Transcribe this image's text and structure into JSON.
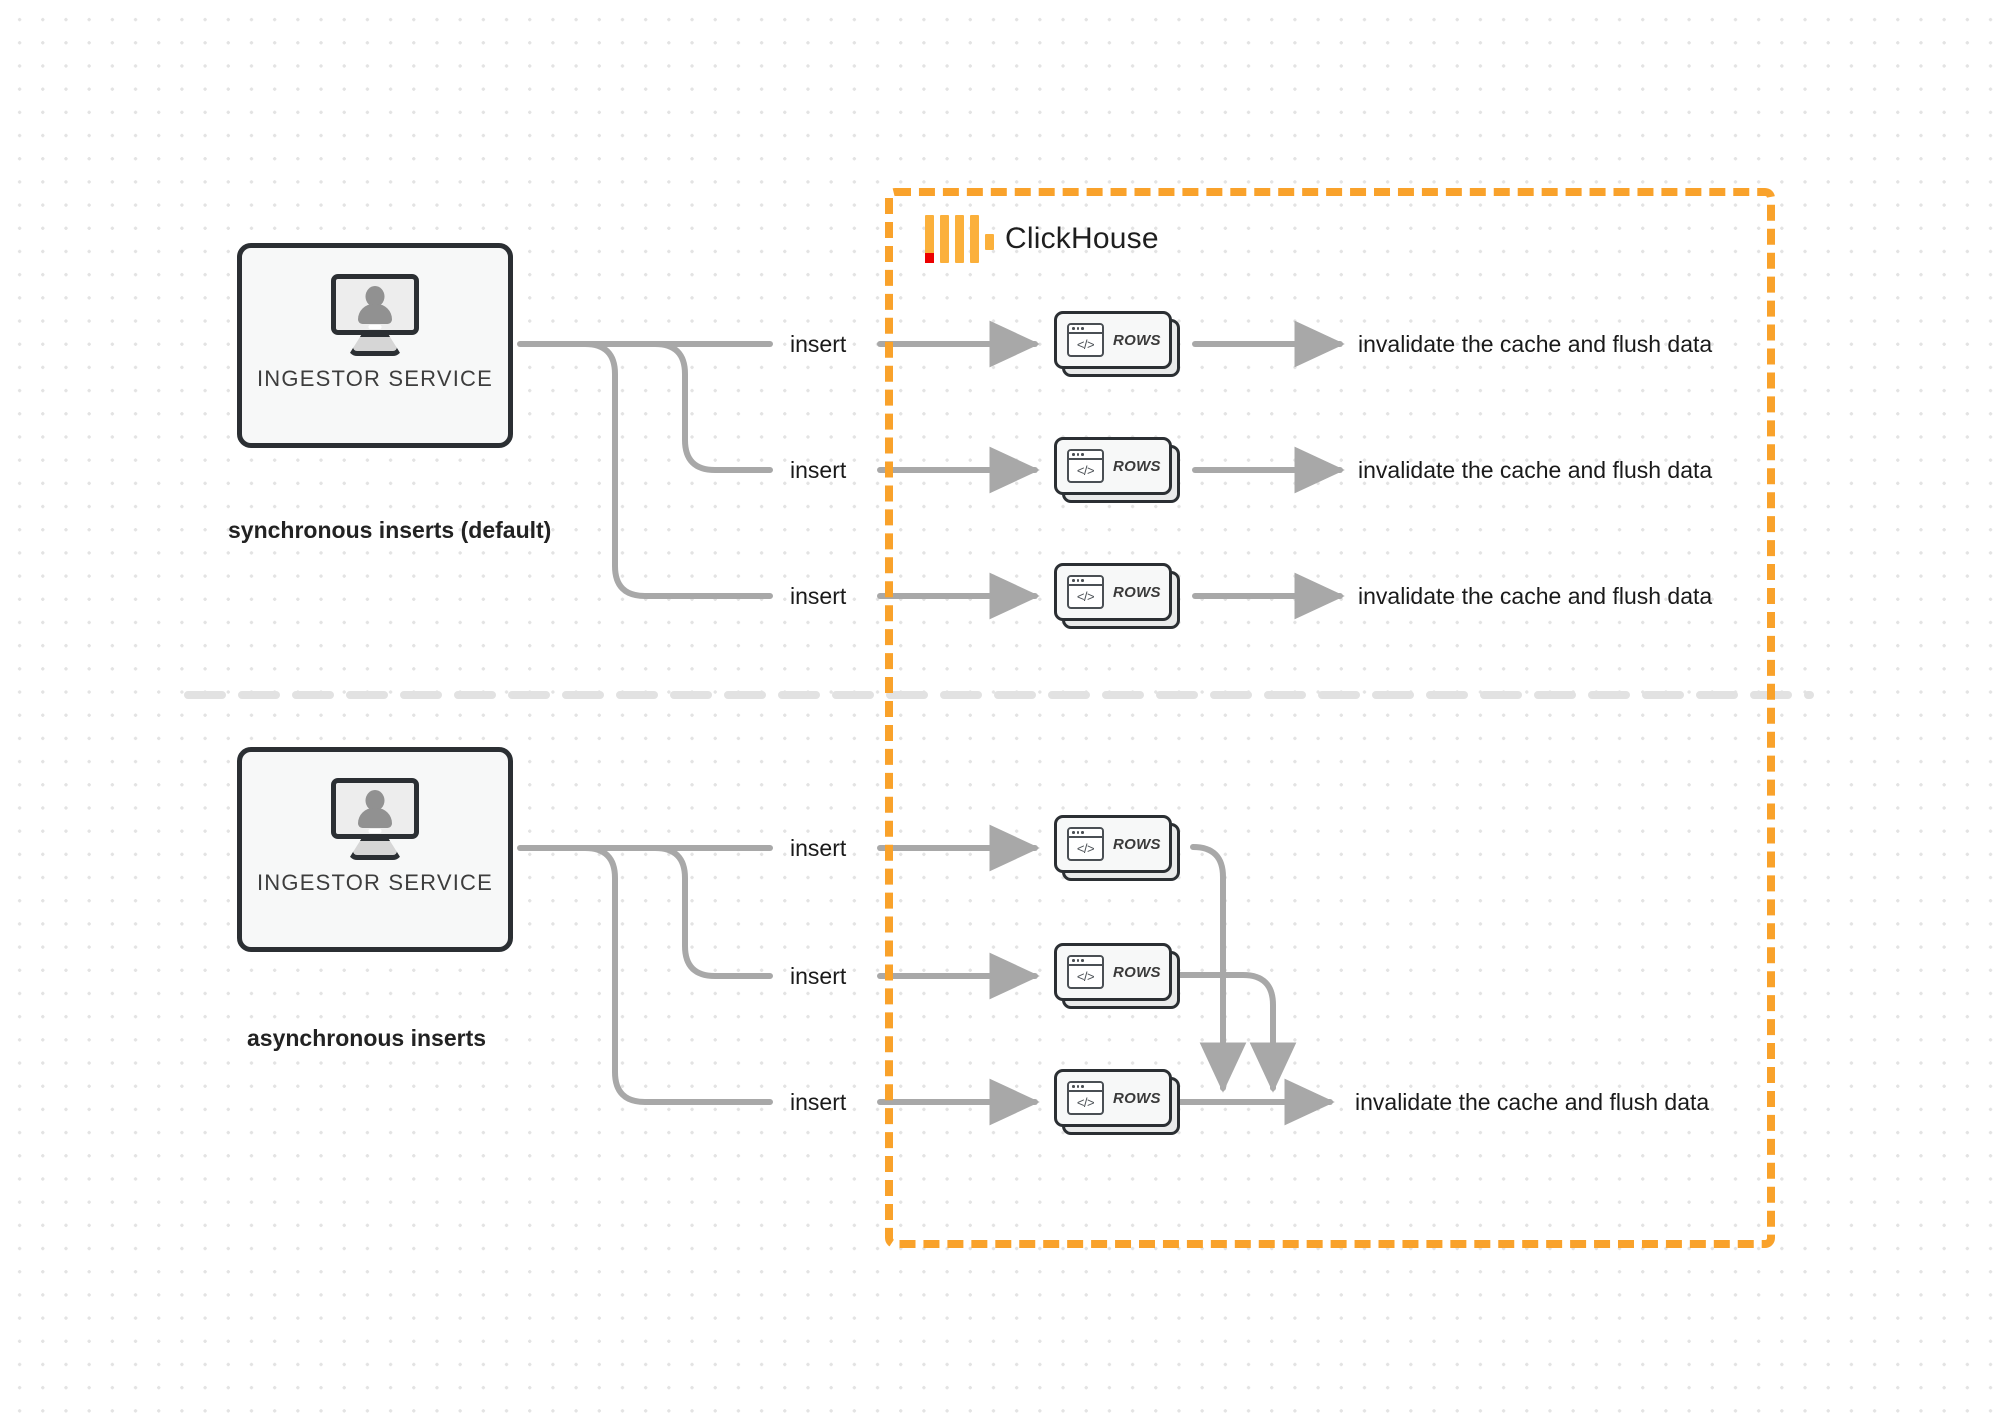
{
  "diagram": {
    "title": "ClickHouse synchronous vs asynchronous inserts",
    "background": "#ffffff",
    "dot_grid_color": "#e3e3e3"
  },
  "clickhouse_container": {
    "brand_name": "ClickHouse",
    "border_color": "#f9a22b",
    "logo_bar_color": "#fbb03b",
    "logo_accent_color": "#ec0000",
    "logo_icon": "clickhouse-bars-icon"
  },
  "sections": [
    {
      "id": "synchronous",
      "caption": "synchronous inserts (default)",
      "source": {
        "label": "INGESTOR SERVICE",
        "icon": "monitor-user-icon"
      },
      "flows": [
        {
          "insert_label": "insert",
          "card_label": "ROWS",
          "card_icon": "code-window-icon",
          "result_label": "invalidate the cache and flush data"
        },
        {
          "insert_label": "insert",
          "card_label": "ROWS",
          "card_icon": "code-window-icon",
          "result_label": "invalidate the cache and flush data"
        },
        {
          "insert_label": "insert",
          "card_label": "ROWS",
          "card_icon": "code-window-icon",
          "result_label": "invalidate the cache and flush data"
        }
      ]
    },
    {
      "id": "asynchronous",
      "caption": "asynchronous inserts",
      "source": {
        "label": "INGESTOR SERVICE",
        "icon": "monitor-user-icon"
      },
      "flows": [
        {
          "insert_label": "insert",
          "card_label": "ROWS",
          "card_icon": "code-window-icon",
          "result_label": ""
        },
        {
          "insert_label": "insert",
          "card_label": "ROWS",
          "card_icon": "code-window-icon",
          "result_label": ""
        },
        {
          "insert_label": "insert",
          "card_label": "ROWS",
          "card_icon": "code-window-icon",
          "result_label": "invalidate the cache and flush data"
        }
      ]
    }
  ],
  "divider": {
    "style": "dashed",
    "color": "#e0e0e0"
  },
  "colors": {
    "wire": "#a8a8a8",
    "box_border": "#2b2f33",
    "box_fill": "#f7f8f8",
    "text": "#1a1a1a"
  }
}
